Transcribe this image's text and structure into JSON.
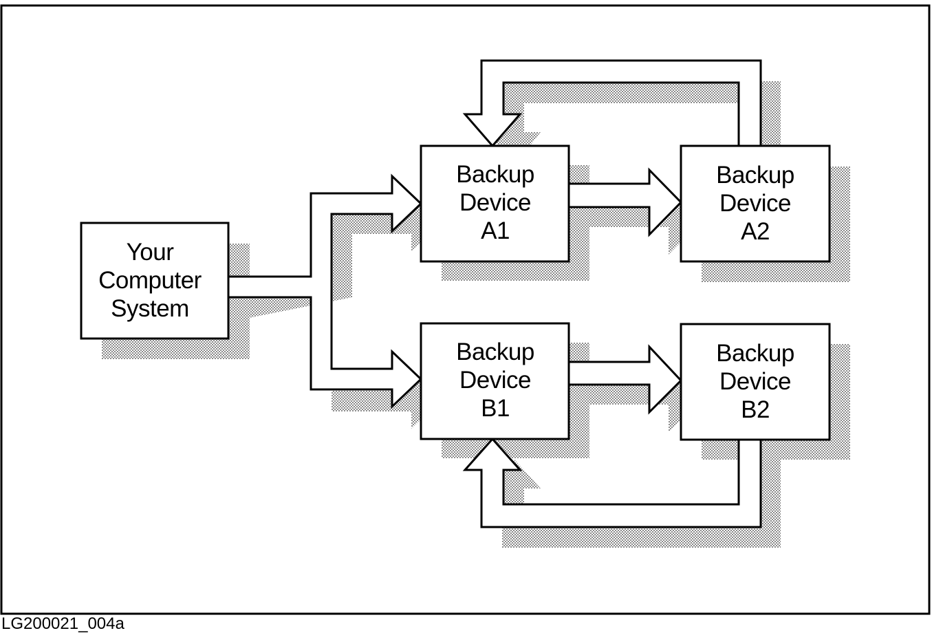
{
  "nodes": {
    "computer": {
      "lines": [
        "Your",
        "Computer",
        "System"
      ]
    },
    "a1": {
      "lines": [
        "Backup",
        "Device",
        "A1"
      ]
    },
    "a2": {
      "lines": [
        "Backup",
        "Device",
        "A2"
      ]
    },
    "b1": {
      "lines": [
        "Backup",
        "Device",
        "B1"
      ]
    },
    "b2": {
      "lines": [
        "Backup",
        "Device",
        "B2"
      ]
    }
  },
  "caption": "LG200021_004a",
  "colors": {
    "ink": "#000000",
    "paper": "#ffffff",
    "shadow": "#9a9a9a"
  }
}
